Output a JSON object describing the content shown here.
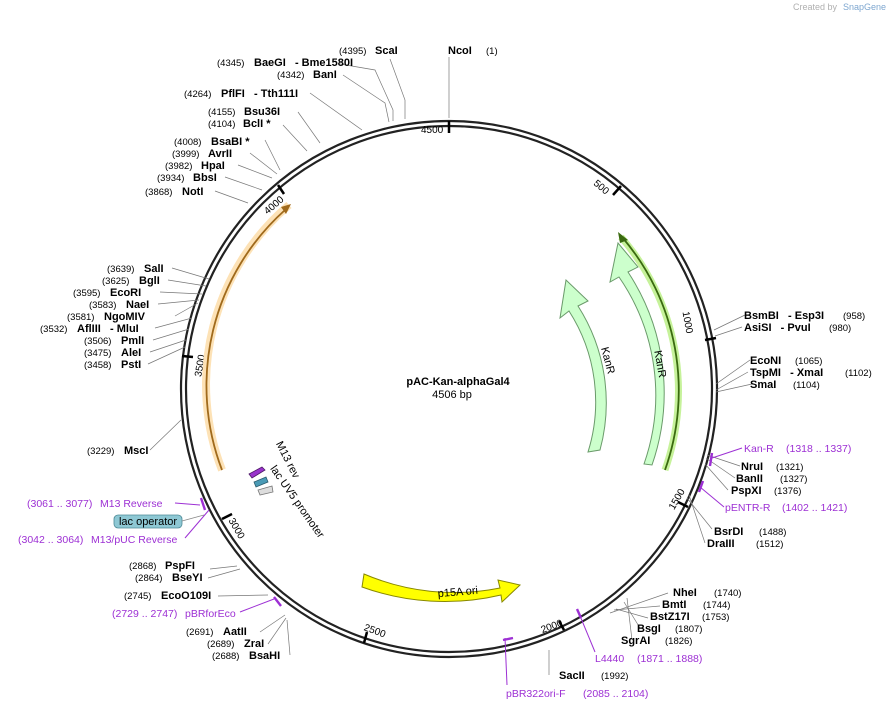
{
  "header": {
    "created_by": "Created by",
    "brand": "SnapGene"
  },
  "plasmid": {
    "name": "pAC-Kan-alphaGal4",
    "length_label": "4506 bp",
    "length": 4506
  },
  "scale_ticks": [
    "500",
    "1000",
    "1500",
    "2000",
    "2500",
    "3000",
    "3500",
    "4000",
    "4500"
  ],
  "features": {
    "kanr_outer": "KanR",
    "kanr_inner": "KanR",
    "p15a": "p15A ori",
    "lac_operator": "lac operator",
    "m13_rev_promoter": "M13 rev",
    "lac_uv5": "lac UV5 promoter"
  },
  "enzymes": [
    {
      "name": "NcoI",
      "pos": "(1)"
    },
    {
      "name": "ScaI",
      "pos": "(4395)"
    },
    {
      "name": "BaeGI   - Bme1580I",
      "pos": "(4345)"
    },
    {
      "name": "BanI",
      "pos": "(4342)"
    },
    {
      "name": "PflFI   - Tth111I",
      "pos": "(4264)"
    },
    {
      "name": "Bsu36I",
      "pos": "(4155)"
    },
    {
      "name": "BclI *",
      "pos": "(4104)"
    },
    {
      "name": "BsaBI *",
      "pos": "(4008)"
    },
    {
      "name": "AvrII",
      "pos": "(3999)"
    },
    {
      "name": "HpaI",
      "pos": "(3982)"
    },
    {
      "name": "BbsI",
      "pos": "(3934)"
    },
    {
      "name": "NotI",
      "pos": "(3868)"
    },
    {
      "name": "SalI",
      "pos": "(3639)"
    },
    {
      "name": "BglI",
      "pos": "(3625)"
    },
    {
      "name": "EcoRI",
      "pos": "(3595)"
    },
    {
      "name": "NaeI",
      "pos": "(3583)"
    },
    {
      "name": "NgoMIV",
      "pos": "(3581)"
    },
    {
      "name": "AflIII   - MluI",
      "pos": "(3532)"
    },
    {
      "name": "PmlI",
      "pos": "(3506)"
    },
    {
      "name": "AleI",
      "pos": "(3475)"
    },
    {
      "name": "PstI",
      "pos": "(3458)"
    },
    {
      "name": "MscI",
      "pos": "(3229)"
    },
    {
      "name": "PspFI",
      "pos": "(2868)"
    },
    {
      "name": "BseYI",
      "pos": "(2864)"
    },
    {
      "name": "EcoO109I",
      "pos": "(2745)"
    },
    {
      "name": "AatII",
      "pos": "(2691)"
    },
    {
      "name": "ZraI",
      "pos": "(2689)"
    },
    {
      "name": "BsaHI",
      "pos": "(2688)"
    },
    {
      "name": "SacII",
      "pos": "(1992)"
    },
    {
      "name": "NheI",
      "pos": "(1740)"
    },
    {
      "name": "BmtI",
      "pos": "(1744)"
    },
    {
      "name": "BstZ17I",
      "pos": "(1753)"
    },
    {
      "name": "BsgI",
      "pos": "(1807)"
    },
    {
      "name": "SgrAI",
      "pos": "(1826)"
    },
    {
      "name": "BsrDI",
      "pos": "(1488)"
    },
    {
      "name": "DraIII",
      "pos": "(1512)"
    },
    {
      "name": "NruI",
      "pos": "(1321)"
    },
    {
      "name": "BanII",
      "pos": "(1327)"
    },
    {
      "name": "PspXI",
      "pos": "(1376)"
    },
    {
      "name": "EcoNI",
      "pos": "(1065)"
    },
    {
      "name": "TspMI   - XmaI",
      "pos": "(1102)"
    },
    {
      "name": "SmaI",
      "pos": "(1104)"
    },
    {
      "name": "BsmBI   - Esp3I",
      "pos": "(958)"
    },
    {
      "name": "AsiSI   - PvuI",
      "pos": "(980)"
    }
  ],
  "primers": [
    {
      "name": "Kan-R",
      "range": "(1318 .. 1337)"
    },
    {
      "name": "pENTR-R",
      "range": "(1402 .. 1421)"
    },
    {
      "name": "L4440",
      "range": "(1871 .. 1888)"
    },
    {
      "name": "pBR322ori-F",
      "range": "(2085 .. 2104)"
    },
    {
      "name": "pBRforEco",
      "range": "(2729 .. 2747)"
    },
    {
      "name": "M13 Reverse",
      "range": "(3061 .. 3077)"
    },
    {
      "name": "M13/pUC Reverse",
      "range": "(3042 .. 3064)"
    }
  ],
  "colors": {
    "kanr_fill": "#ccffcc",
    "kanr_stroke": "#6a9a6a",
    "p15a_fill": "#ffff00",
    "orange_arc": "#f4b860",
    "green_highlight": "#b6f08a",
    "lac_op_fill": "#87cbd9",
    "m13rev_fill": "#9933cc",
    "lacuv5_fill": "#4a9ab5",
    "primer": "#9d30d4"
  }
}
